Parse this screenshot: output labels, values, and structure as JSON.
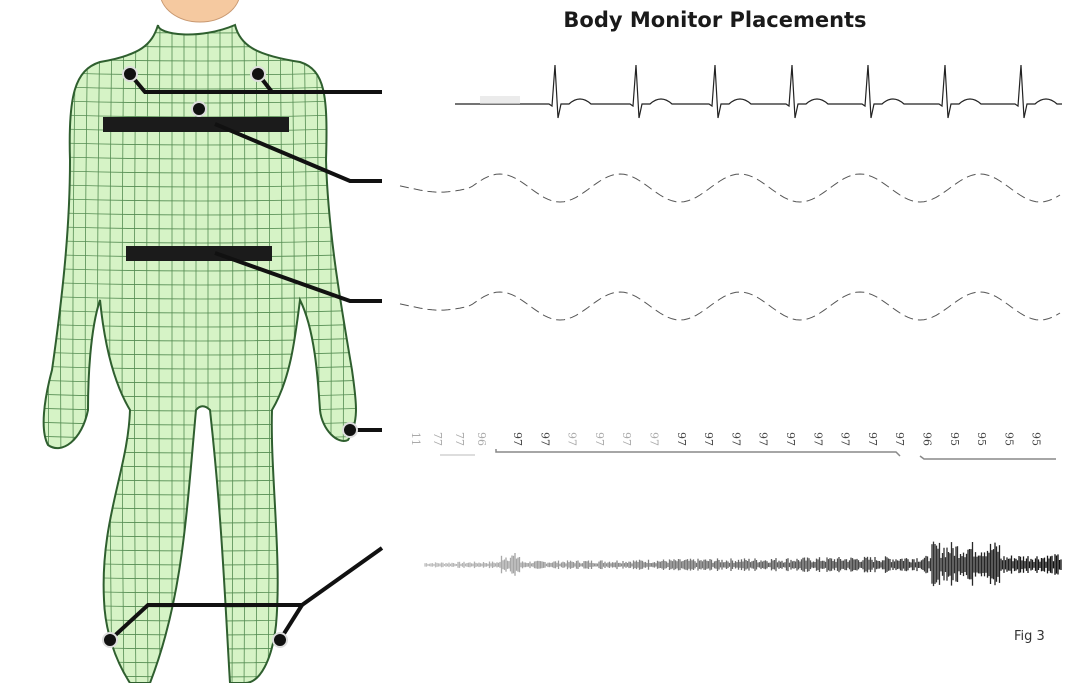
{
  "title": "Body Monitor Placements",
  "figure_label": "Fig 3",
  "colors": {
    "body_fill": "#d6f3c6",
    "body_mesh": "#3e7a3e",
    "skin": "#f5c9a0",
    "lead": "#111111"
  },
  "spo2_readings": [
    "97",
    "97",
    "97",
    "97",
    "97",
    "97",
    "97",
    "97",
    "97",
    "97",
    "97",
    "97",
    "97",
    "97",
    "97",
    "96",
    "95",
    "95",
    "95",
    "95"
  ],
  "spo2_partial": [
    "11",
    "77",
    "77",
    "96"
  ]
}
